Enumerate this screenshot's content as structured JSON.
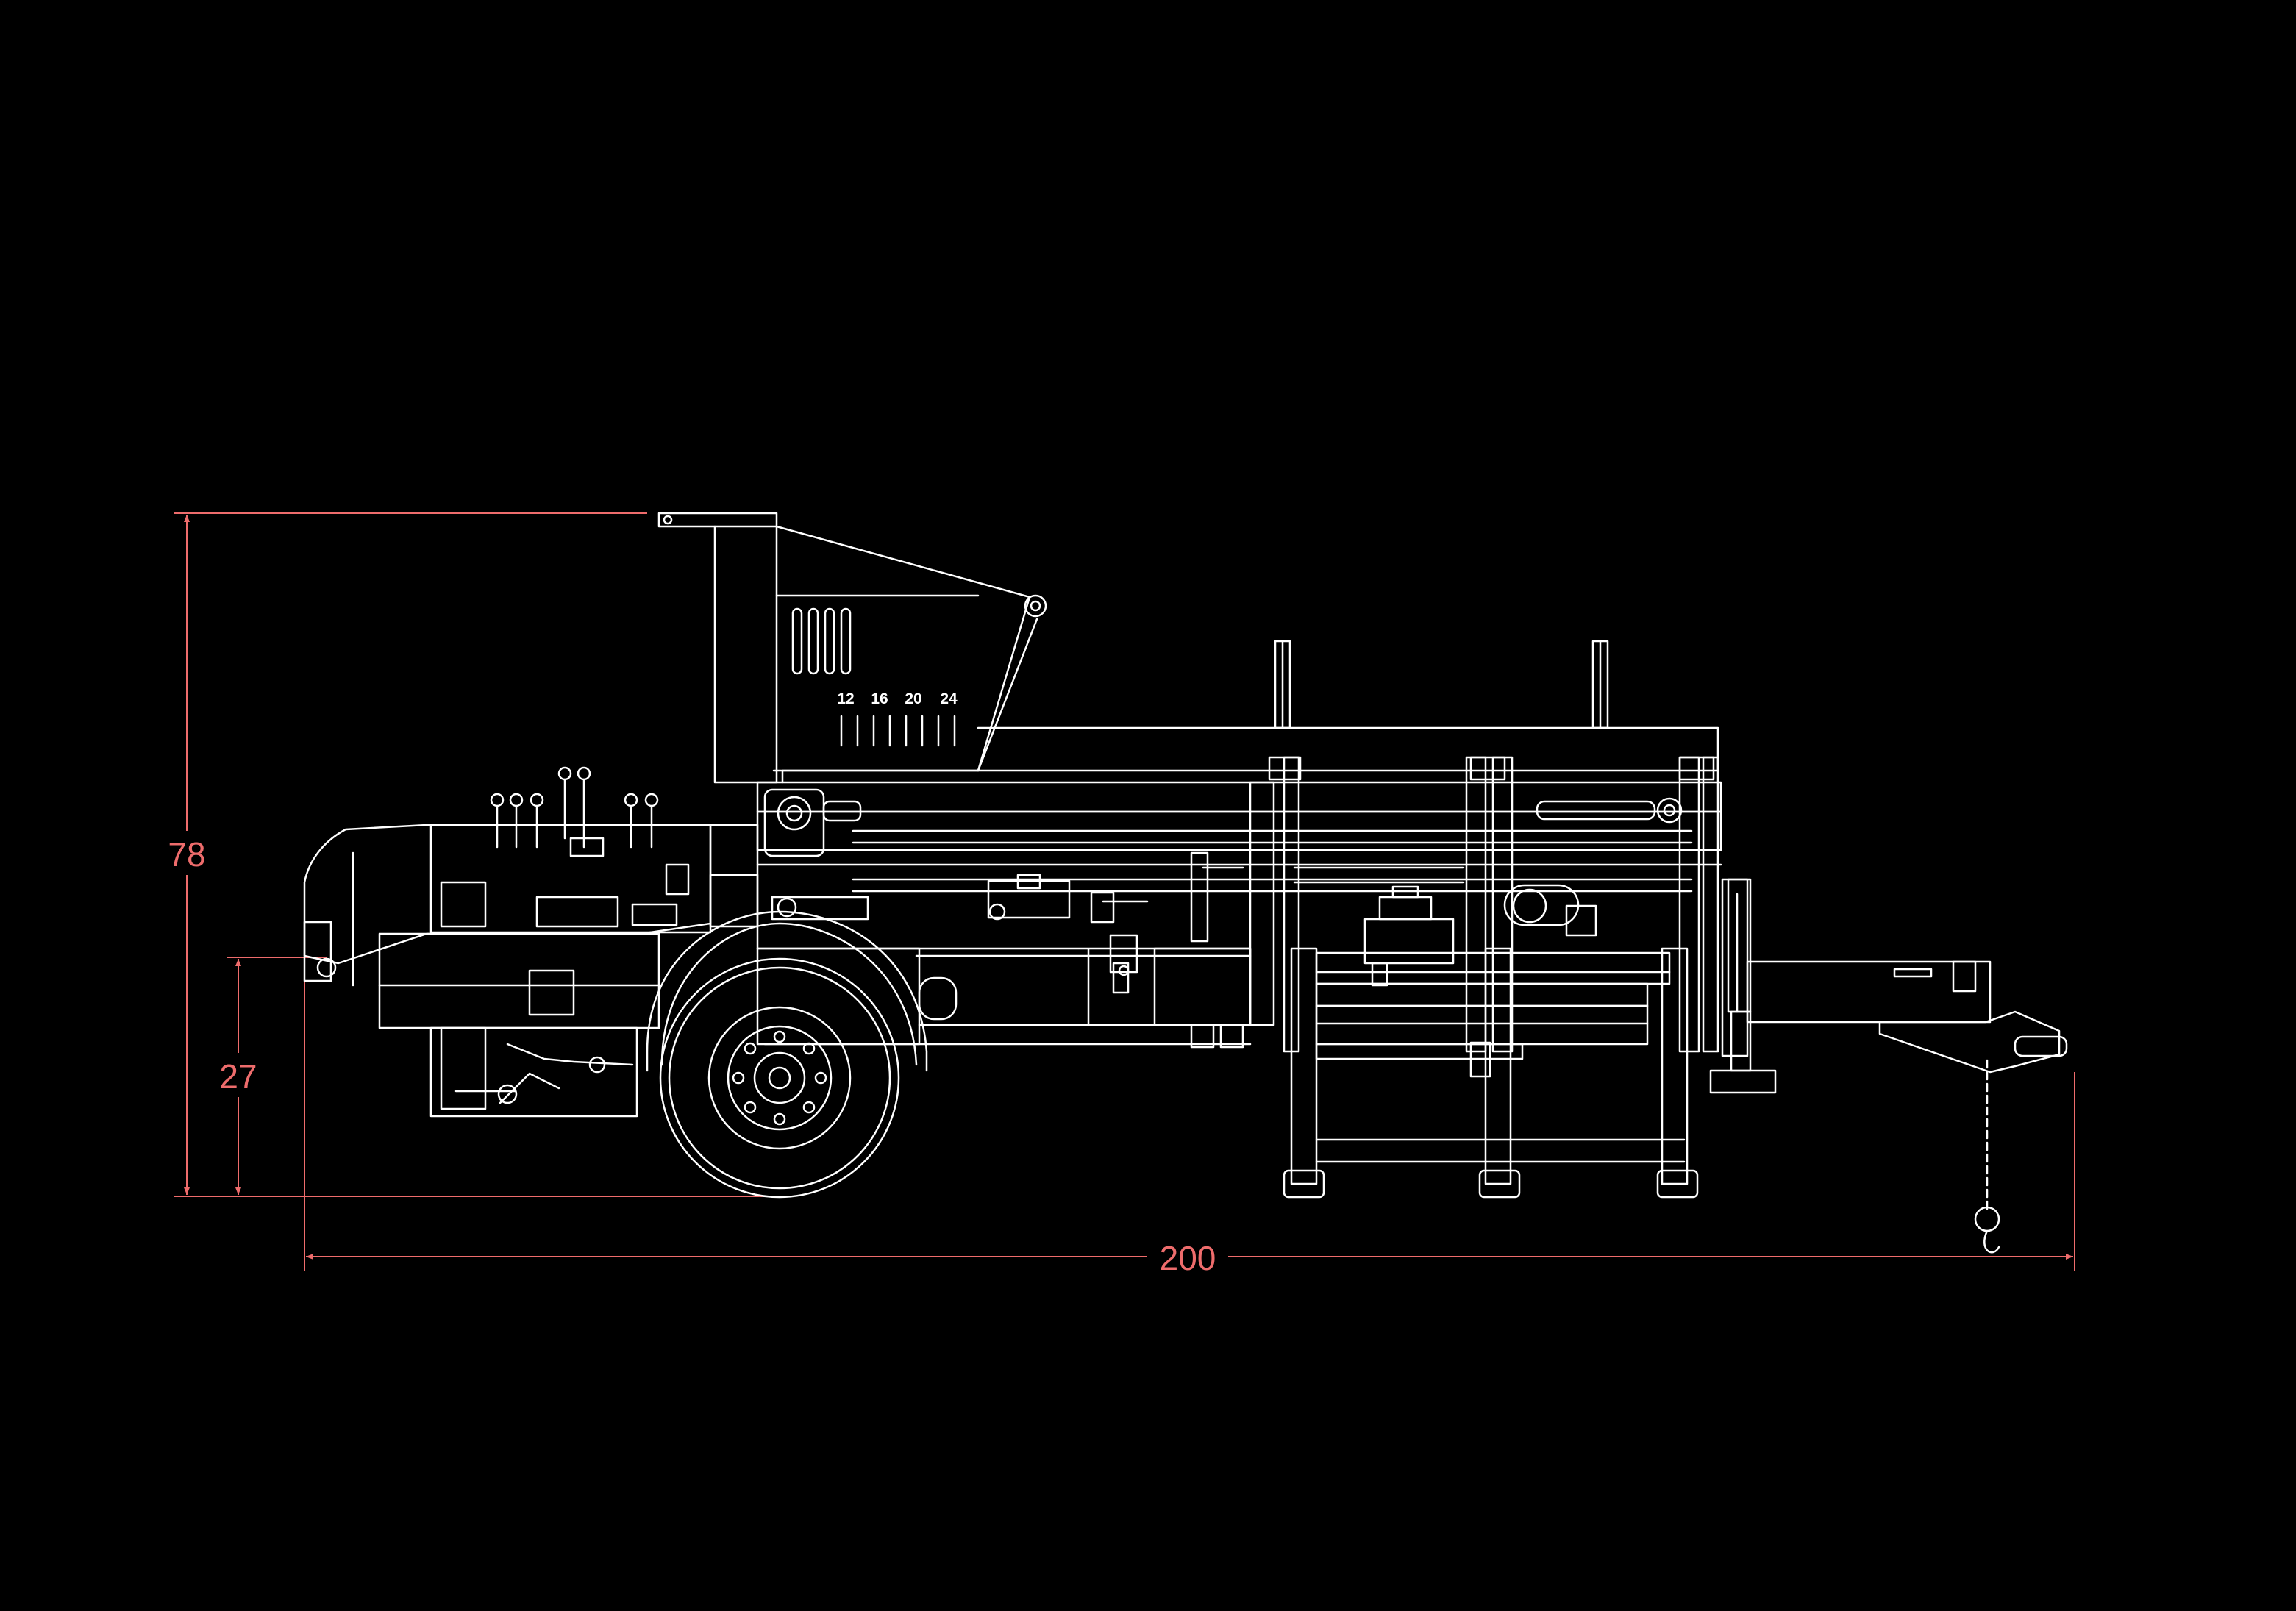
{
  "colors": {
    "background": "#000000",
    "line": "#ffffff",
    "dimension": "#ee6c6c"
  },
  "dimensions": {
    "height_total": "78",
    "hitch_height": "27",
    "length_total": "200"
  },
  "gauge_marks": [
    "12",
    "16",
    "20",
    "24"
  ]
}
